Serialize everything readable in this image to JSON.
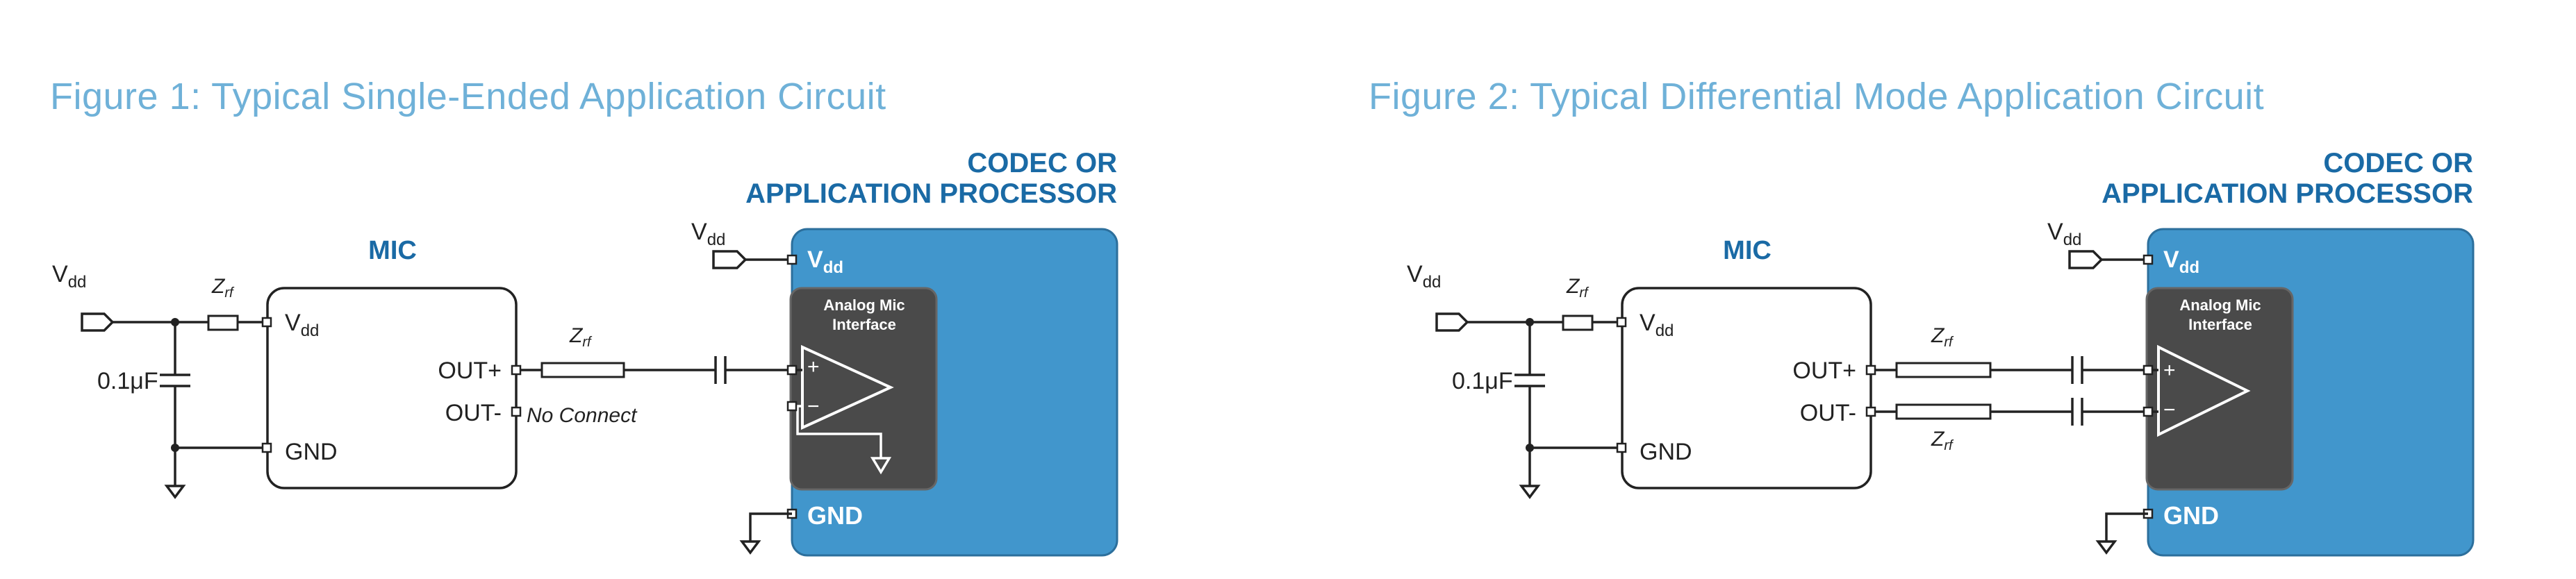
{
  "figures": [
    {
      "title": "Figure 1: Typical Single-Ended Application Circuit",
      "codec_label_1": "CODEC OR",
      "codec_label_2": "APPLICATION PROCESSOR",
      "mic_label": "MIC",
      "supply_label": "V",
      "supply_sub": "dd",
      "mic_vdd": "V",
      "mic_vdd_sub": "dd",
      "codec_vdd": "V",
      "codec_vdd_sub": "dd",
      "cap_label": "0.1μF",
      "zrf": "Z",
      "zrf_sub": "rf",
      "out_plus": "OUT+",
      "out_minus": "OUT-",
      "mic_gnd": "GND",
      "codec_gnd": "GND",
      "no_connect": "No Connect",
      "analog_1": "Analog Mic",
      "analog_2": "Interface",
      "plus_sign": "+",
      "minus_sign": "−"
    },
    {
      "title": "Figure 2: Typical Differential Mode Application Circuit",
      "codec_label_1": "CODEC OR",
      "codec_label_2": "APPLICATION PROCESSOR",
      "mic_label": "MIC",
      "supply_label": "V",
      "supply_sub": "dd",
      "mic_vdd": "V",
      "mic_vdd_sub": "dd",
      "codec_vdd": "V",
      "codec_vdd_sub": "dd",
      "cap_label": "0.1μF",
      "zrf": "Z",
      "zrf_sub": "rf",
      "out_plus": "OUT+",
      "out_minus": "OUT-",
      "mic_gnd": "GND",
      "codec_gnd": "GND",
      "analog_1": "Analog Mic",
      "analog_2": "Interface",
      "plus_sign": "+",
      "minus_sign": "−"
    }
  ],
  "colors": {
    "title": "#6fb1d8",
    "codec_box": "#4196cc",
    "analog_box": "#4a4a4a",
    "heading": "#1a6aa5"
  }
}
